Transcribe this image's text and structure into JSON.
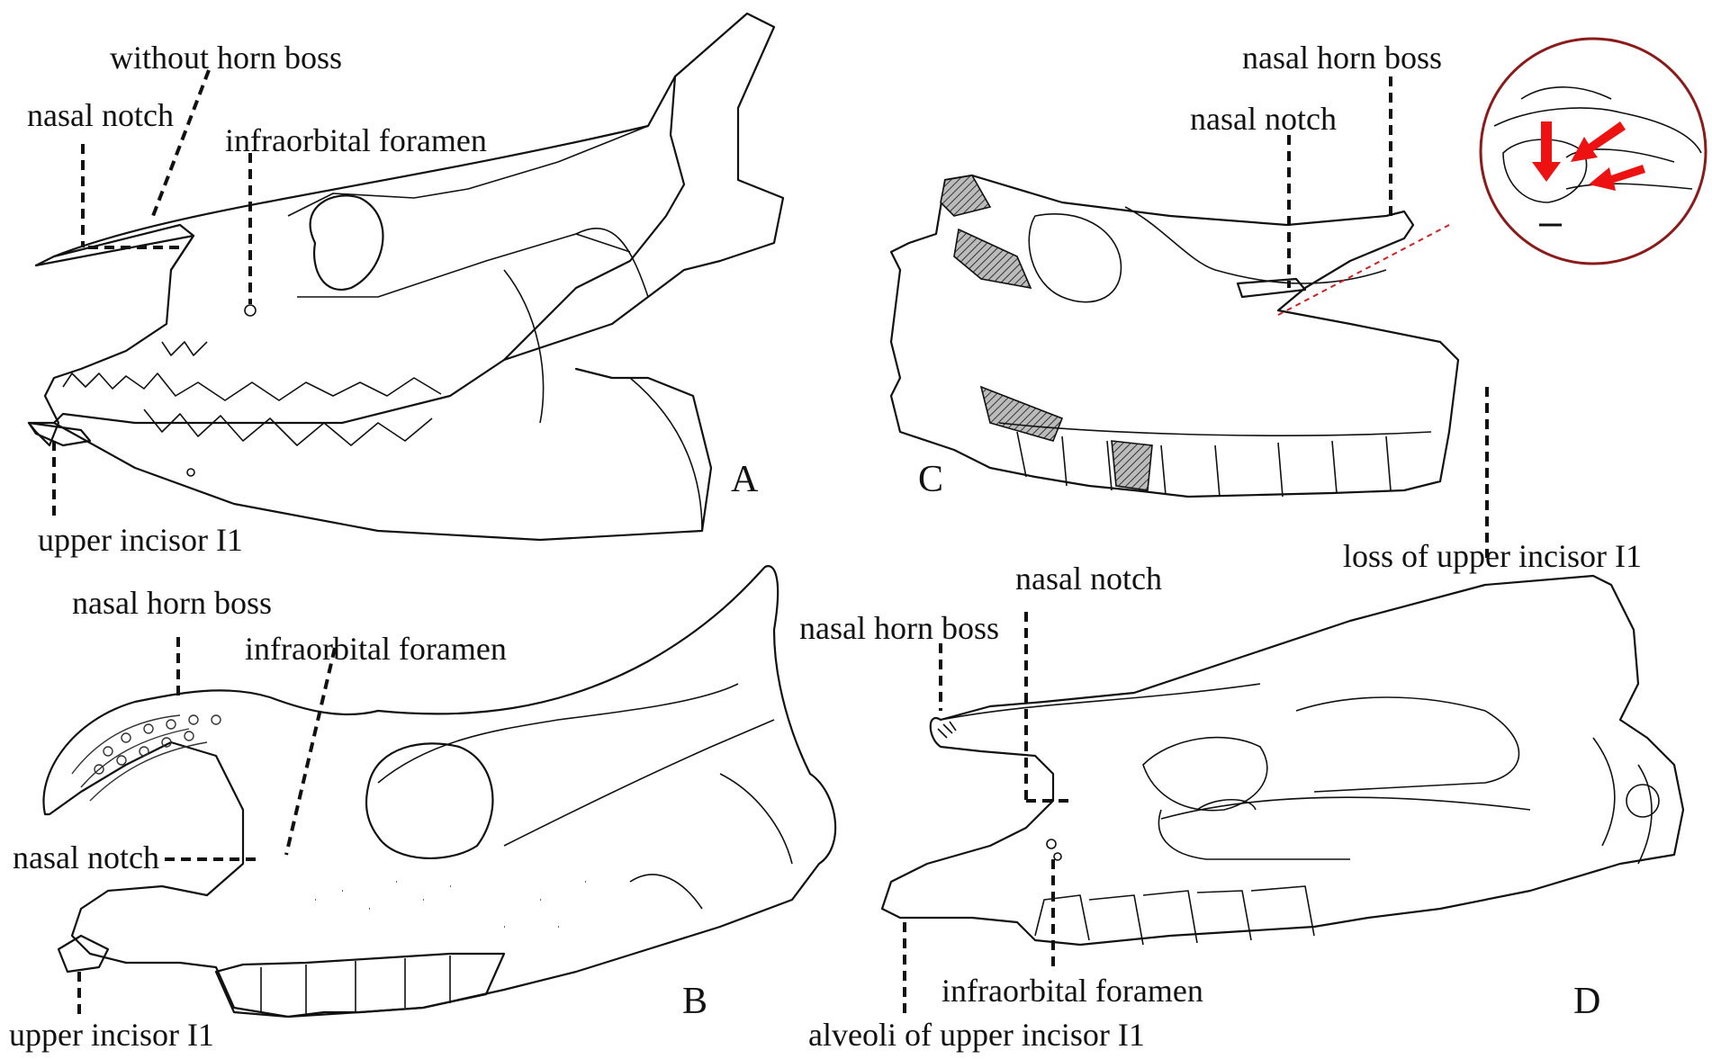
{
  "panels": {
    "A": {
      "letter": "A",
      "labels": {
        "without_horn_boss": "without horn boss",
        "nasal_notch": "nasal notch",
        "infraorbital_foramen": "infraorbital foramen",
        "upper_incisor": "upper incisor I1"
      }
    },
    "B": {
      "letter": "B",
      "labels": {
        "nasal_horn_boss": "nasal horn boss",
        "infraorbital_foramen": "infraorbital foramen",
        "nasal_notch": "nasal notch",
        "upper_incisor": "upper incisor I1"
      }
    },
    "C": {
      "letter": "C",
      "labels": {
        "nasal_horn_boss": "nasal horn boss",
        "nasal_notch": "nasal notch",
        "loss_upper_incisor": "loss of upper incisor I1"
      }
    },
    "D": {
      "letter": "D",
      "labels": {
        "nasal_notch": "nasal notch",
        "nasal_horn_boss": "nasal horn boss",
        "infraorbital_foramen": "infraorbital foramen",
        "alveoli_upper_incisor": "alveoli of upper incisor I1"
      }
    }
  },
  "colors": {
    "line": "#111111",
    "inset_border": "#8b1a1a",
    "arrow": "#ee1111",
    "hatch": "#555555"
  }
}
